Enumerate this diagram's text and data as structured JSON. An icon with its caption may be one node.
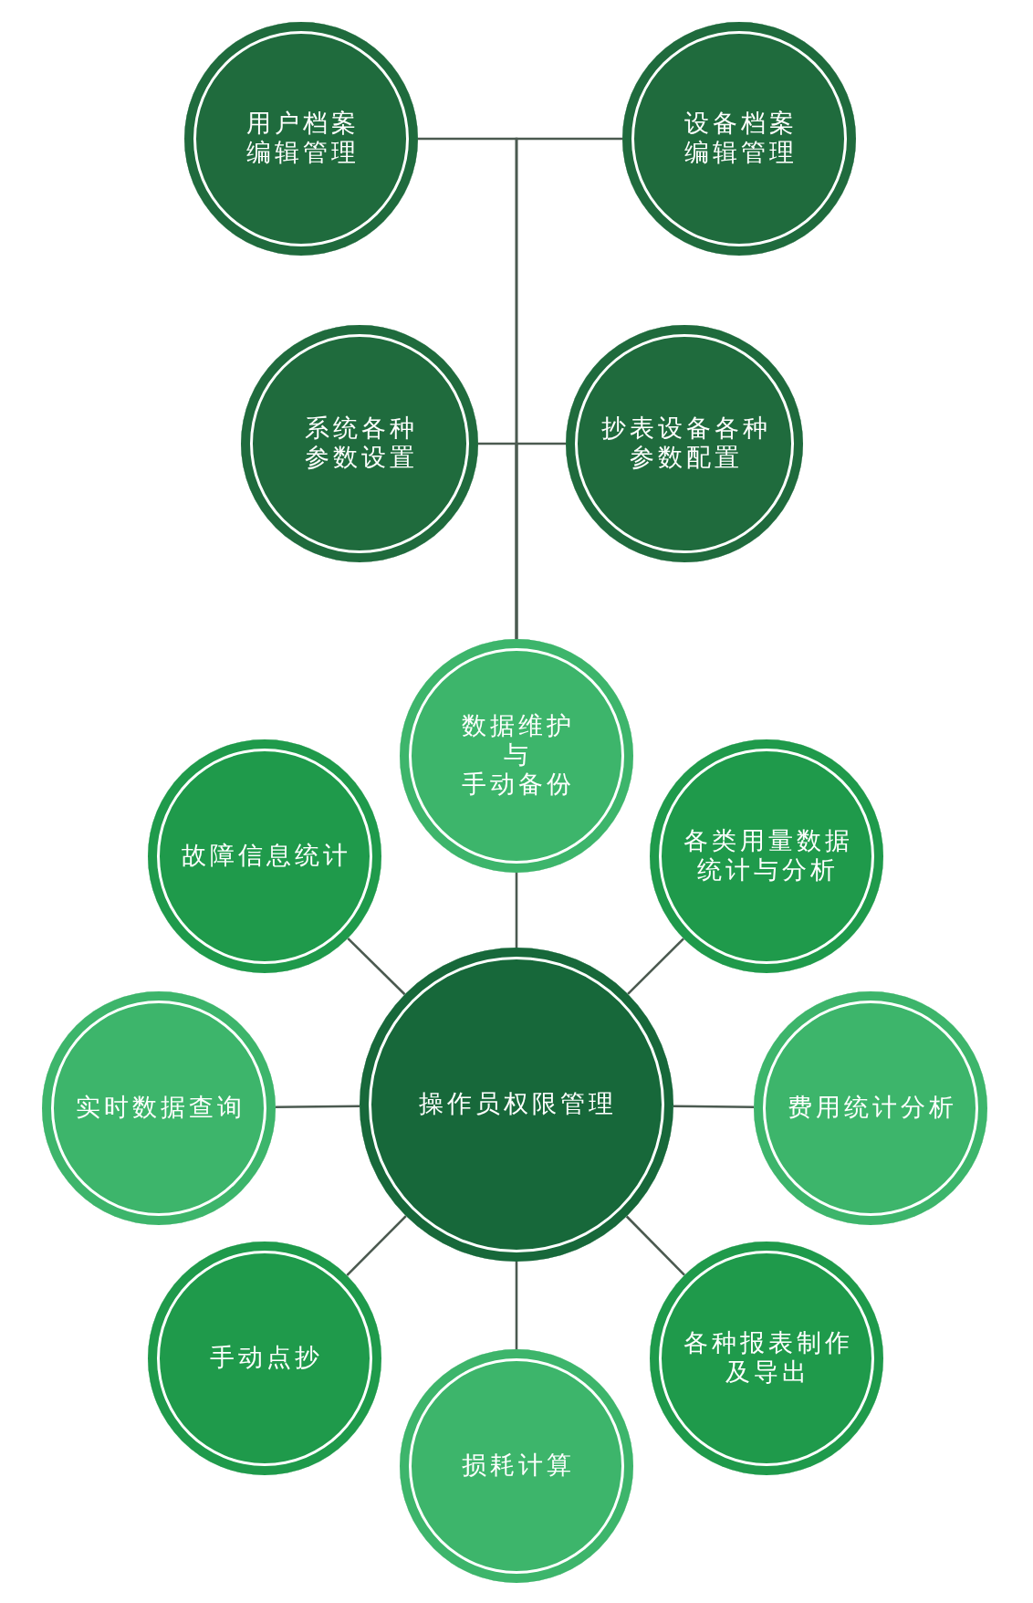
{
  "diagram": {
    "nodes": [
      {
        "text": [
          "用户档案编辑管理"
        ]
      },
      {
        "text": [
          "设备档案编辑管理"
        ]
      },
      {
        "text": [
          "系统各种参数设置"
        ]
      },
      {
        "text": [
          "抄表设备各种参数配置"
        ]
      },
      {
        "text": [
          "数据维护与手动备份"
        ]
      },
      {
        "text": [
          "故障信息统计"
        ]
      },
      {
        "text": [
          "各类用量数据统计与分析"
        ]
      },
      {
        "text": [
          "操作员权限管理"
        ]
      },
      {
        "text": [
          "实时数据查询"
        ]
      },
      {
        "text": [
          "费用统计分析"
        ]
      },
      {
        "text": [
          "手动点抄"
        ]
      },
      {
        "text": [
          "各种报表制作及导出"
        ]
      },
      {
        "text": [
          "损耗计算"
        ]
      }
    ],
    "edges": [
      {
        "from": 0,
        "to": 4,
        "arrow": "none"
      },
      {
        "from": 1,
        "to": 4,
        "arrow": "none"
      },
      {
        "from": 2,
        "to": 4,
        "arrow": "none"
      },
      {
        "from": 3,
        "to": 4,
        "arrow": "none"
      },
      {
        "from": 7,
        "to": 4,
        "arrow": "none"
      },
      {
        "from": 7,
        "to": 5,
        "arrow": "none"
      },
      {
        "from": 7,
        "to": 6,
        "arrow": "none"
      },
      {
        "from": 7,
        "to": 8,
        "arrow": "none"
      },
      {
        "from": 7,
        "to": 9,
        "arrow": "none"
      },
      {
        "from": 7,
        "to": 10,
        "arrow": "none"
      },
      {
        "from": 7,
        "to": 11,
        "arrow": "none"
      },
      {
        "from": 7,
        "to": 12,
        "arrow": "none"
      }
    ]
  }
}
